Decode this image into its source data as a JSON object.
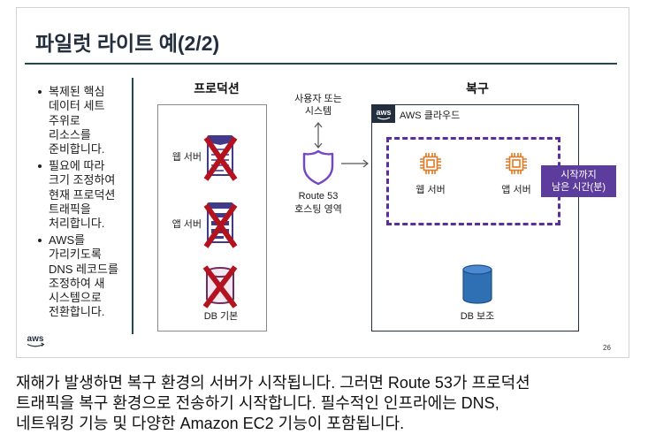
{
  "slide": {
    "title": "파일럿 라이트 예(2/2)",
    "bullets": [
      {
        "lines": [
          "복제된 핵심",
          "데이터 세트",
          "주위로",
          "리소스를",
          "준비합니다."
        ]
      },
      {
        "lines": [
          "필요에 따라",
          "크기 조정하여",
          "현재 프로덕션",
          "트래픽을",
          "처리합니다."
        ]
      },
      {
        "lines": [
          "AWS를",
          "가리키도록",
          "DNS 레코드를",
          "조정하여 새",
          "시스템으로",
          "전환합니다."
        ]
      }
    ],
    "production": {
      "heading": "프로덕션",
      "web_server_label": "웹 서버",
      "app_server_label": "앱 서버",
      "db_label": "DB 기본"
    },
    "client": {
      "lines": [
        "사용자 또는",
        "시스템"
      ]
    },
    "dns": {
      "lines": [
        "Route 53",
        "호스팅 영역"
      ]
    },
    "recovery": {
      "heading": "복구",
      "cloud_logo": "aws",
      "cloud_label": "AWS 클라우드",
      "web_server_label": "웹 서버",
      "app_server_label": "앱 서버",
      "db_label": "DB 보조",
      "callout_lines": [
        "시작까지",
        "남은 시간(분)"
      ]
    },
    "footer": {
      "logo": "aws",
      "page_number": "26"
    }
  },
  "caption": {
    "lines": [
      "재해가 발생하면 복구 환경의 서버가 시작됩니다. 그러면 Route 53가 프로덕션",
      "트래픽을 복구 환경으로 전송하기 시작합니다. 필수적인 인프라에는 DNS,",
      "네트워킹 기능 및 다양한 Amazon EC2 기능이 포함됩니다."
    ]
  },
  "icons": {
    "production_web_server": "web-server-icon",
    "production_app_server": "app-server-icon",
    "production_db": "database-icon",
    "failure_overlay": "red-x-icon",
    "client_link": "up-down-arrow-icon",
    "dns": "route53-shield-icon",
    "dns_to_cloud": "right-arrow-icon",
    "cloud_group": "aws-cloud-logo-icon",
    "recovery_servers": "ec2-instance-icon",
    "recovery_db": "database-icon",
    "footer": "aws-logo-icon"
  },
  "colors": {
    "title_text": "#232f3e",
    "rule": "#1f4a4f",
    "production_icon": "#43398a",
    "failure_x": "#b3121f",
    "route53_purple": "#7446c4",
    "cloud_border": "#232f3e",
    "standby_group": "#5b2d9e",
    "callout_fill": "#5c3c9c",
    "ec2_orange": "#e07b24",
    "db_blue": "#2f6fb3"
  }
}
